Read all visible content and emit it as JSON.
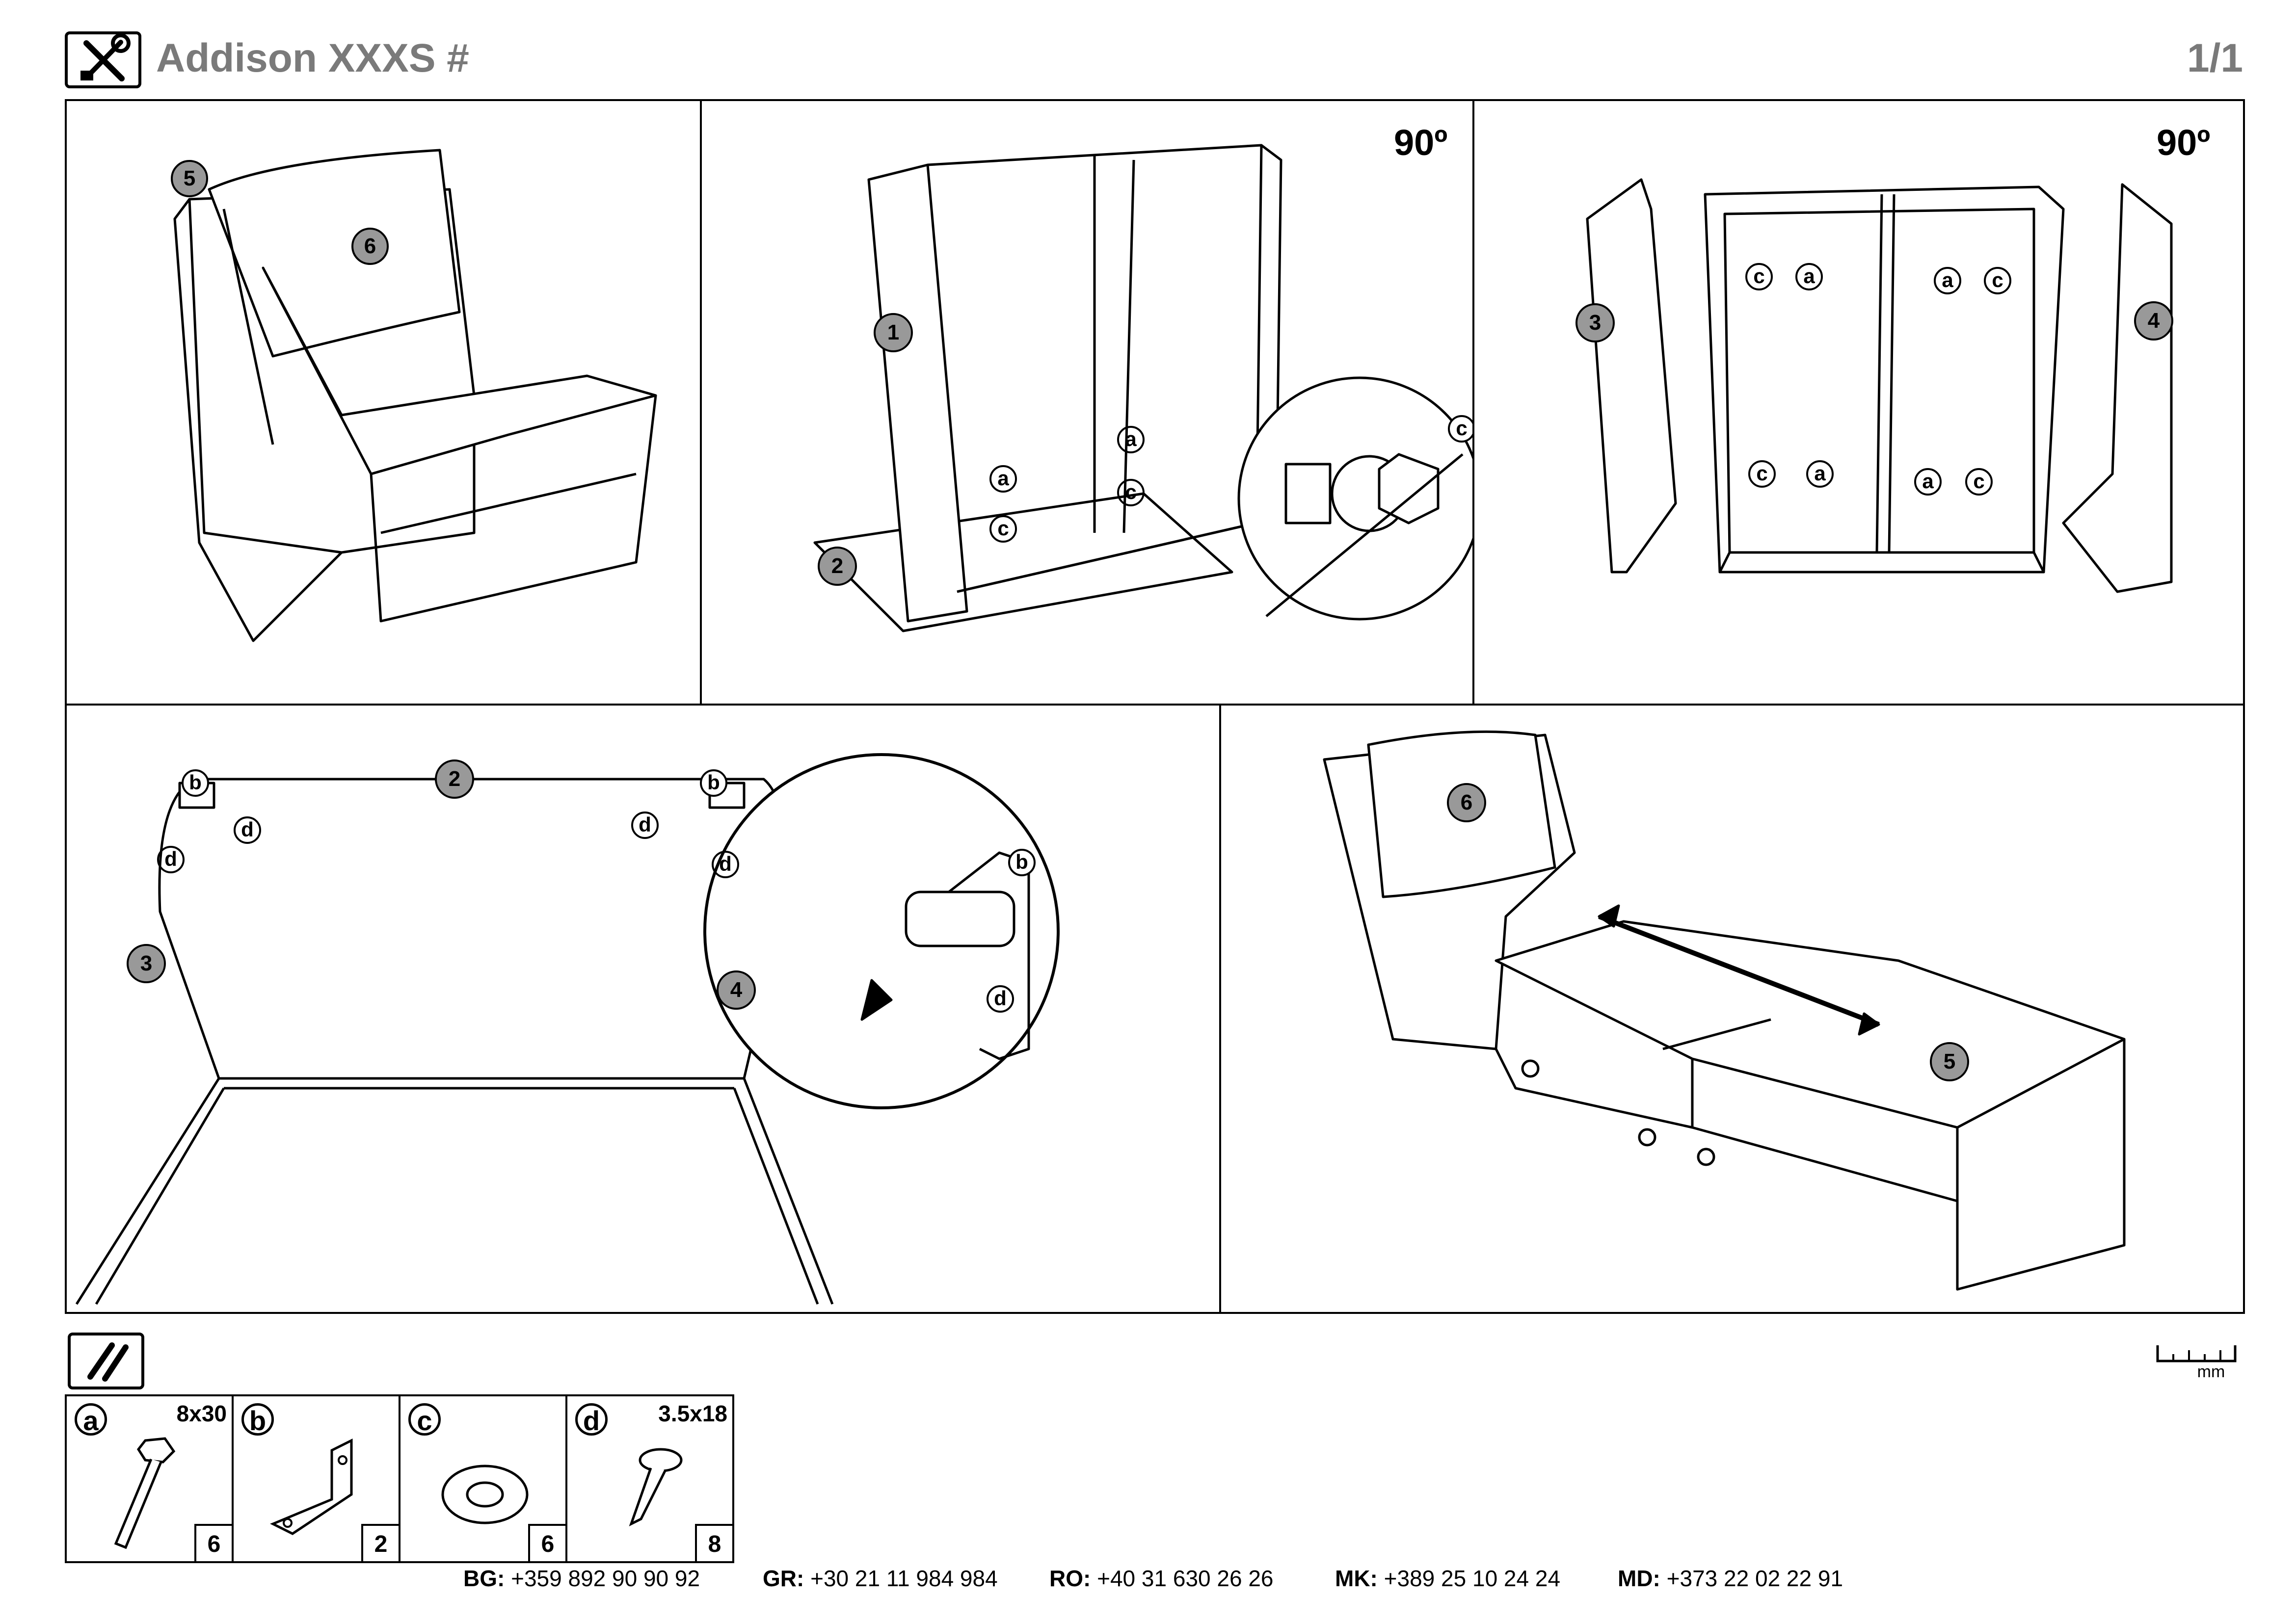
{
  "header": {
    "title": "Addison XXXS #",
    "page": "1/1",
    "tools_icon": "wrench-screwdriver-icon"
  },
  "steps": {
    "rotate_label": "90º",
    "callouts": {
      "p1_seat_back": "5",
      "p1_cushion": "6",
      "p2_side": "1",
      "p2_base": "2",
      "p3_left_side": "3",
      "p3_right_side": "4",
      "p4_back": "2",
      "p4_left": "3",
      "p4_right": "4",
      "p5_cushion": "6",
      "p5_seat": "5"
    },
    "hardware_letters": [
      "a",
      "b",
      "c",
      "d"
    ]
  },
  "parts": {
    "icon": "bolts-icon",
    "items": [
      {
        "letter": "a",
        "size": "8x30",
        "qty": "6",
        "icon": "bolt-icon"
      },
      {
        "letter": "b",
        "size": "",
        "qty": "2",
        "icon": "angle-bracket-icon"
      },
      {
        "letter": "c",
        "size": "",
        "qty": "6",
        "icon": "washer-icon"
      },
      {
        "letter": "d",
        "size": "3.5x18",
        "qty": "8",
        "icon": "screw-icon"
      }
    ]
  },
  "ruler": {
    "unit": "mm",
    "icon": "ruler-icon"
  },
  "contacts": [
    {
      "code": "BG:",
      "phone": "+359 892 90 90 92"
    },
    {
      "code": "GR:",
      "phone": "+30 21 11 984 984"
    },
    {
      "code": "RO:",
      "phone": "+40 31 630 26 26"
    },
    {
      "code": "MK:",
      "phone": "+389 25 10 24 24"
    },
    {
      "code": "MD:",
      "phone": "+373 22 02 22 91"
    }
  ]
}
